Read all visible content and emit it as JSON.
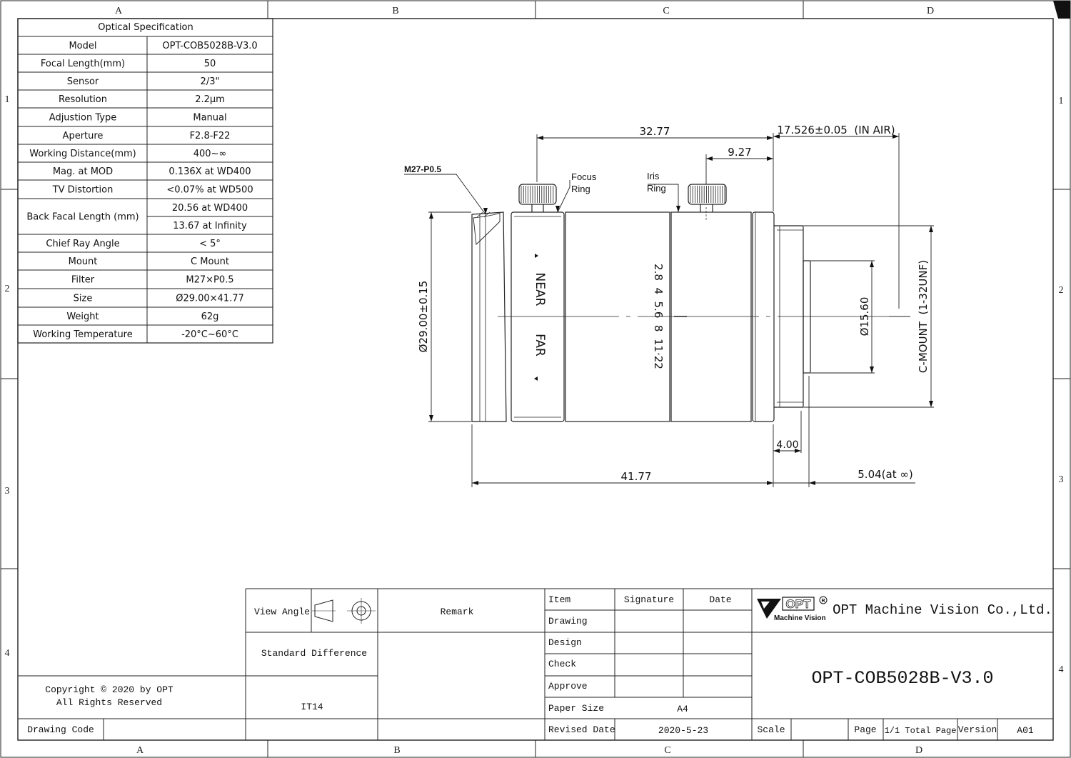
{
  "frame": {
    "columns": [
      "A",
      "B",
      "C",
      "D"
    ],
    "rows": [
      "1",
      "2",
      "3",
      "4"
    ]
  },
  "spec_table": {
    "title": "Optical Specification",
    "rows": [
      {
        "label": "Model",
        "value": "OPT-COB5028B-V3.0"
      },
      {
        "label": "Focal Length(mm)",
        "value": "50"
      },
      {
        "label": "Sensor",
        "value": "2/3\""
      },
      {
        "label": "Resolution",
        "value": "2.2μm"
      },
      {
        "label": "Adjustion Type",
        "value": "Manual"
      },
      {
        "label": "Aperture",
        "value": "F2.8-F22"
      },
      {
        "label": "Working Distance(mm)",
        "value": "400~∞"
      },
      {
        "label": "Mag. at MOD",
        "value": "0.136X at WD400"
      },
      {
        "label": "TV Distortion",
        "value": "<0.07% at WD500"
      },
      {
        "label": "Back Facal Length (mm)",
        "value": "20.56 at WD400",
        "value2": "13.67 at Infinity"
      },
      {
        "label": "Chief Ray Angle",
        "value": "< 5°"
      },
      {
        "label": "Mount",
        "value": "C Mount"
      },
      {
        "label": "Filter",
        "value": "M27×P0.5"
      },
      {
        "label": "Size",
        "value": "Ø29.00×41.77"
      },
      {
        "label": "Weight",
        "value": "62g"
      },
      {
        "label": "Working Temperature",
        "value": "-20°C~60°C"
      }
    ]
  },
  "drawing": {
    "callouts": {
      "thread": "M27-P0.5",
      "focus_ring": [
        "Focus",
        "Ring"
      ],
      "iris_ring": [
        "Iris",
        "Ring"
      ]
    },
    "dims": {
      "flange_to_knob": "32.77",
      "knob_to_flange": "9.27",
      "flange_focal": "17.526±0.05  (IN AIR)",
      "outer_diameter": "Ø29.00±0.15",
      "rear_diameter": "Ø15.60",
      "mount_label": "C-MOUNT  (1-32UNF)",
      "mount_length": "4.00",
      "total_length": "41.77",
      "back_focal": "5.04(at ∞)"
    },
    "focus_text": {
      "near": "NEAR",
      "far": "FAR"
    },
    "aperture_scale": "2.8  4  5.6  8  11·22"
  },
  "title_block": {
    "view_angle": "View Angle",
    "remark": "Remark",
    "standard_difference": "Standard Difference",
    "tolerance": "IT14",
    "copyright_line1": "Copyright © 2020 by OPT",
    "copyright_line2": "All Rights Reserved",
    "drawing_code": "Drawing Code",
    "headers": {
      "item": "Item",
      "signature": "Signature",
      "date": "Date"
    },
    "items": [
      "Drawing",
      "Design",
      "Check",
      "Approve"
    ],
    "paper_size_label": "Paper Size",
    "paper_size": "A4",
    "revised_date_label": "Revised Date",
    "revised_date": "2020-5-23",
    "logo": {
      "brand": "OPT",
      "sub": "Machine Vision"
    },
    "company": "OPT Machine Vision Co.,Ltd.",
    "part_number": "OPT-COB5028B-V3.0",
    "scale_label": "Scale",
    "page_label": "Page",
    "total_pages": "1/1 Total Page",
    "version_label": "Version",
    "version": "A01"
  }
}
